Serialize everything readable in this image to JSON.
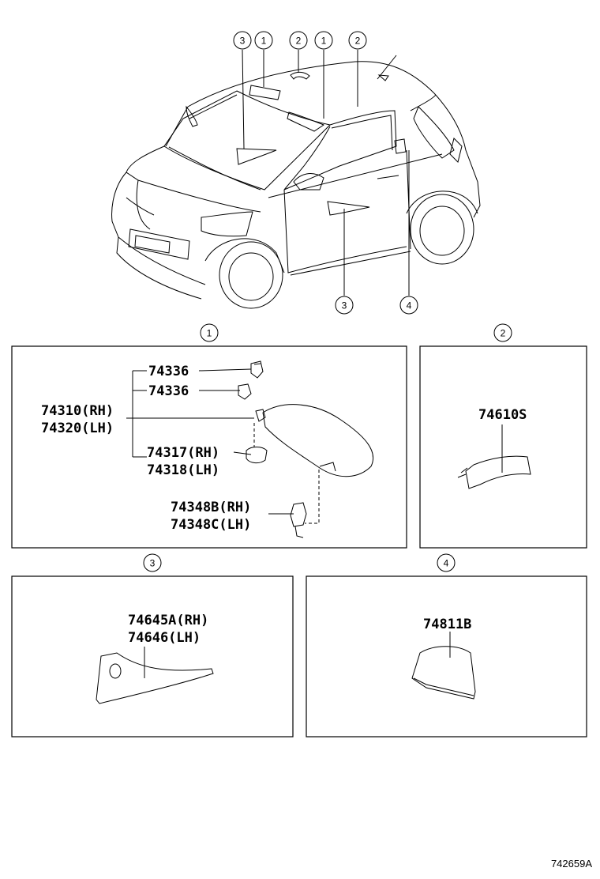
{
  "callouts": {
    "car": [
      "3",
      "1",
      "2",
      "1",
      "2",
      "3",
      "4"
    ],
    "sections": [
      "1",
      "2",
      "3",
      "4"
    ]
  },
  "box1": {
    "parts": [
      "74336",
      "74336",
      "74310(RH)",
      "74320(LH)",
      "74317(RH)",
      "74318(LH)",
      "74348B(RH)",
      "74348C(LH)"
    ]
  },
  "box2": {
    "parts": [
      "74610S"
    ]
  },
  "box3": {
    "parts": [
      "74645A(RH)",
      "74646(LH)"
    ]
  },
  "box4": {
    "parts": [
      "74811B"
    ]
  },
  "diagram_id": "742659A"
}
